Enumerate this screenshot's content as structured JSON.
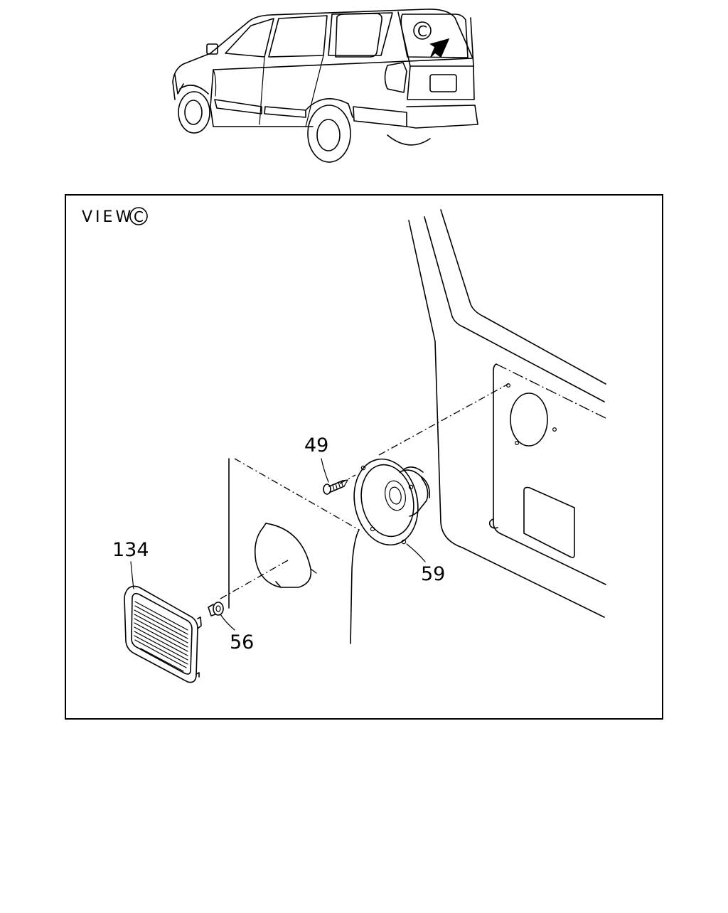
{
  "view_label": "VIEW",
  "view_marker": "C",
  "vehicle_marker": "C",
  "callouts": {
    "grille": "134",
    "clip": "56",
    "screw": "49",
    "speaker": "59"
  }
}
